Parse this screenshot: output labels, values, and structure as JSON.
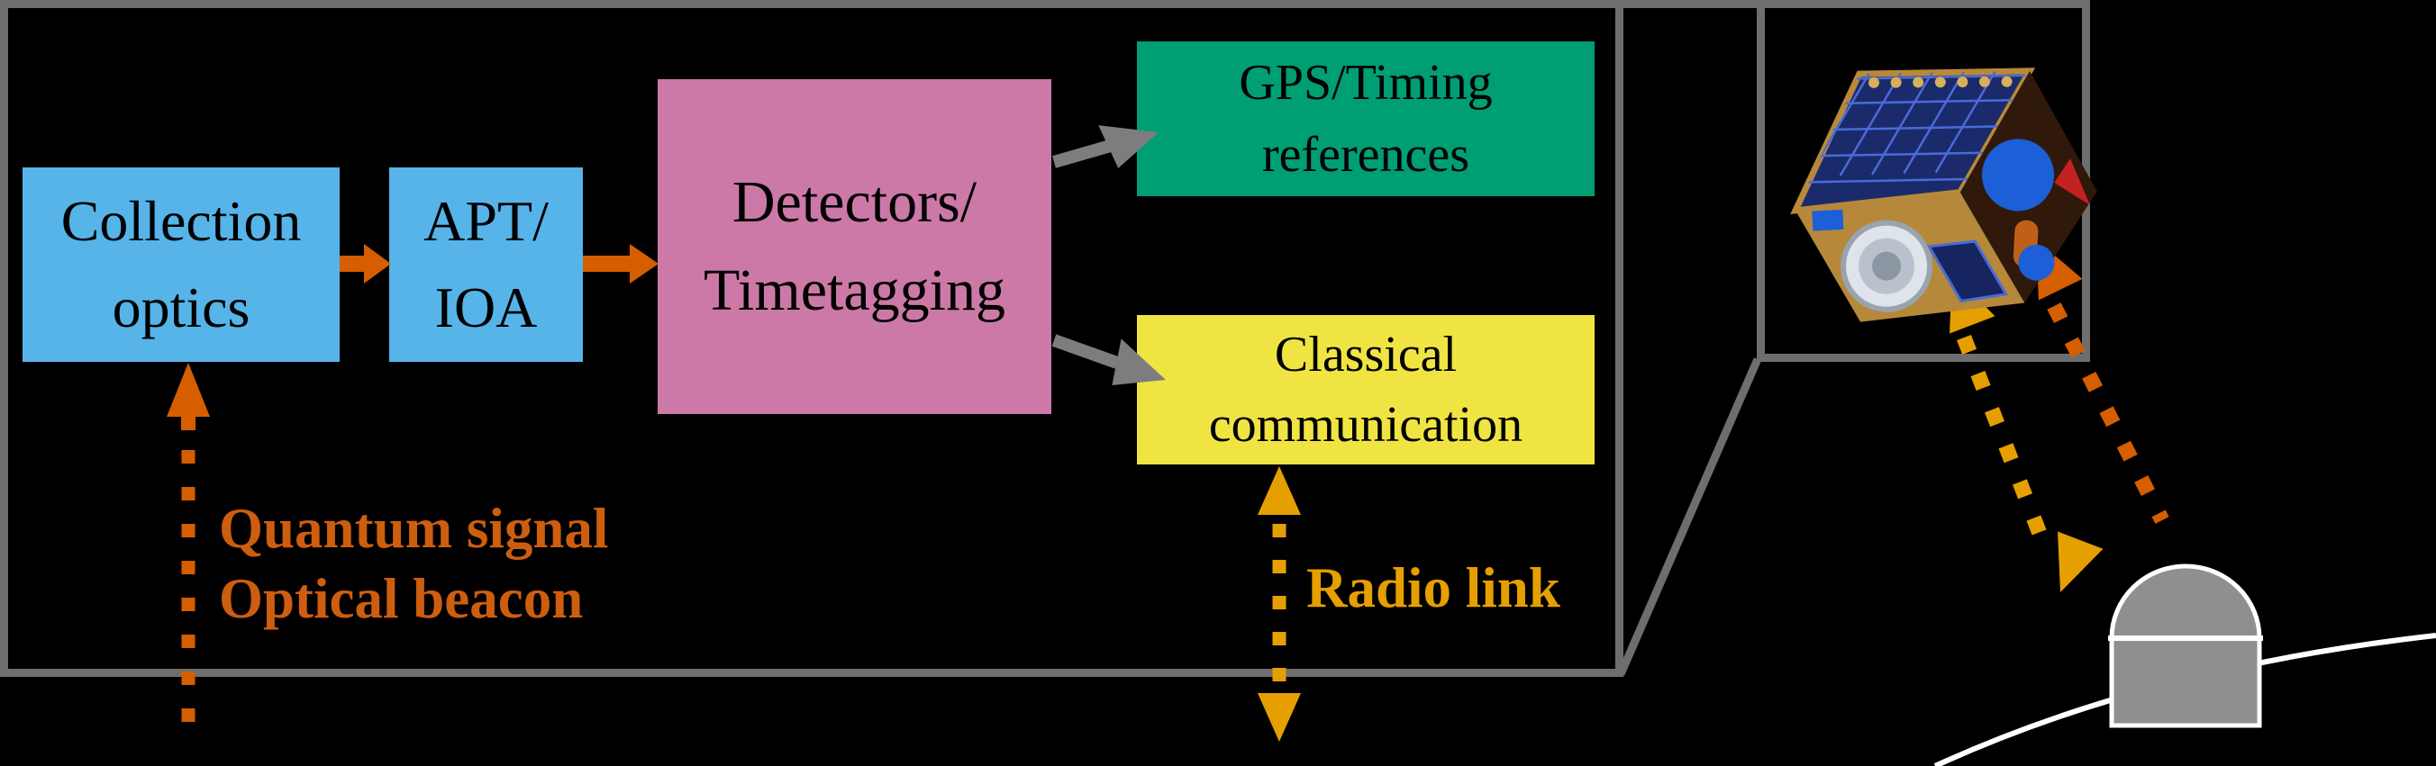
{
  "blocks": {
    "collection_optics": {
      "line1": "Collection",
      "line2": "optics"
    },
    "apt_ioa": {
      "line1": "APT/",
      "line2": "IOA"
    },
    "detectors_timetagging": {
      "line1": "Detectors/",
      "line2": "Timetagging"
    },
    "gps_timing": {
      "line1": "GPS/Timing",
      "line2": "references"
    },
    "classical_communication": {
      "line1": "Classical",
      "line2": "communication"
    }
  },
  "annotations": {
    "quantum_signal": "Quantum signal",
    "optical_beacon": "Optical beacon",
    "radio_link": "Radio link"
  },
  "colors": {
    "background": "#000000",
    "frame_gray": "#6e6e6e",
    "block_blue": "#56B4E9",
    "block_pink": "#CC79A7",
    "block_green": "#009E73",
    "block_yellow": "#F0E442",
    "optical_orange": "#D55E00",
    "quantum_text_orange": "#CD5E10",
    "radio_amber": "#E69F00",
    "arrow_gray": "#7d7d7d",
    "dome_gray": "#8F8F8F",
    "horizon_white": "#FFFFFF"
  },
  "icons": {
    "satellite": "satellite-image",
    "dome": "observatory-dome-icon",
    "horizon": "horizon-curve"
  }
}
